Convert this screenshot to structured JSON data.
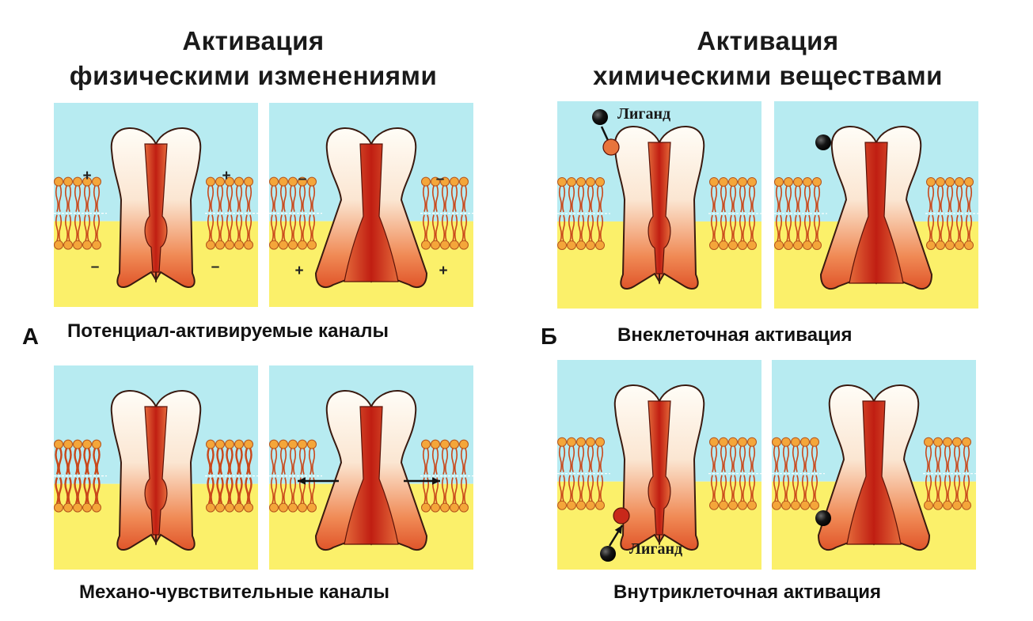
{
  "left": {
    "heading_line1": "Активация",
    "heading_line2": "физическими изменениями",
    "letter": "А",
    "caption_top": "Потенциал-активируемые каналы",
    "caption_bottom": "Механо-чувствительные каналы"
  },
  "right": {
    "heading_line1": "Активация",
    "heading_line2": "химическими веществами",
    "letter": "Б",
    "caption_top": "Внеклеточная активация",
    "caption_bottom": "Внутриклеточная активация",
    "ligand_label": "Лиганд"
  },
  "charges": {
    "plus": "+",
    "minus": "–"
  },
  "colors": {
    "extracellular": "#b7ebf1",
    "intracellular": "#fbf06a",
    "membrane_head": "#f4a63a",
    "membrane_tail": "#c9471a",
    "channel_pore": "#c8281a",
    "ligand": "#111111"
  }
}
